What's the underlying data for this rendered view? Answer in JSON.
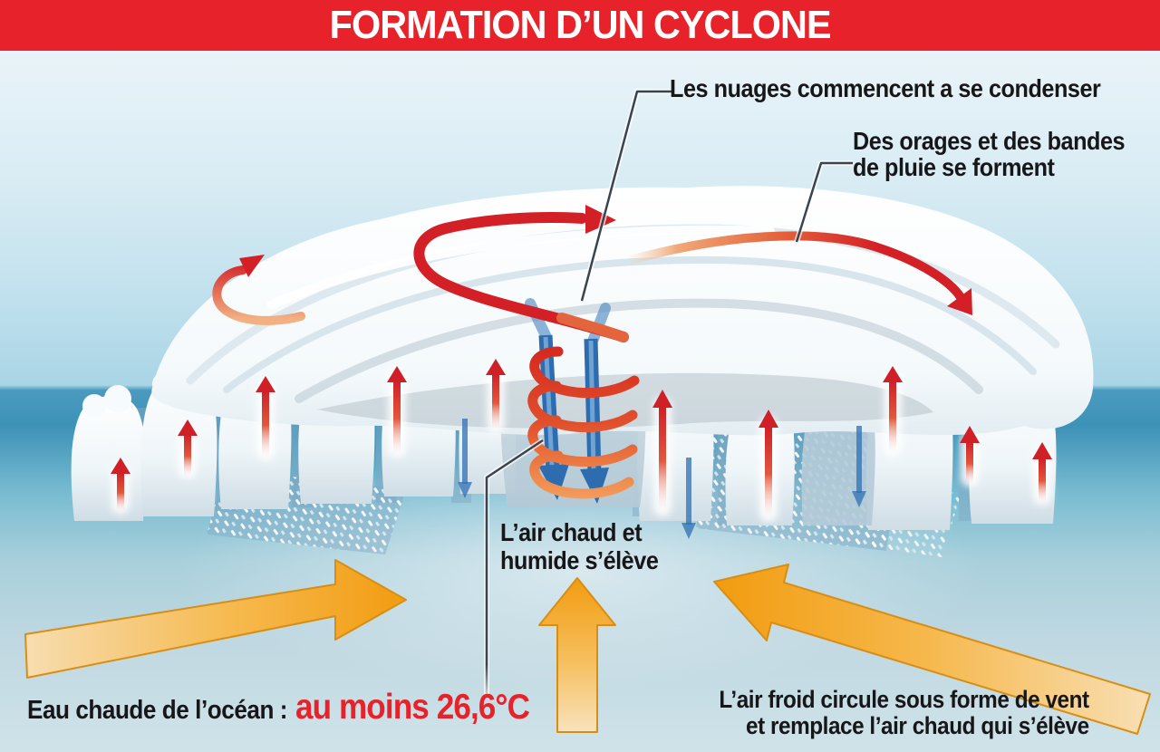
{
  "title_banner": {
    "text": "FORMATION D’UN CYCLONE"
  },
  "labels": {
    "clouds_condense": "Les nuages commencent a se condenser",
    "storm_bands_line1": "Des orages et des bandes",
    "storm_bands_line2": "de pluie se forment",
    "warm_air_line1": "L’air chaud et",
    "warm_air_line2": "humide s’élève",
    "warm_ocean_prefix": "Eau chaude de l’océan :",
    "warm_ocean_value": "au moins 26,6°C",
    "cold_air_line1": "L’air froid circule sous forme de vent",
    "cold_air_line2": "et remplace l’air chaud qui s’élève"
  },
  "colors": {
    "banner_red": "#e7222b",
    "highlight_red": "#e7222b",
    "label_dark": "#17171a",
    "arrow_red": "#d32026",
    "arrow_orange": "#f5a01e",
    "arrow_blue": "#2e6cb0",
    "sea_teal": "#3d92b8",
    "cloud_white": "#ffffff"
  },
  "icons": [
    "anvil-cloud",
    "storm-cloud-towers",
    "eye-column",
    "updraft-arrow-icon",
    "downdraft-arrow-icon",
    "warm-spiral-icon",
    "outflow-arrow-left-icon",
    "outflow-arrow-center-icon",
    "outflow-arrow-right-icon",
    "inflow-arrow-left-icon",
    "inflow-arrow-center-icon",
    "inflow-arrow-right-icon",
    "rain-band",
    "connector-line"
  ]
}
